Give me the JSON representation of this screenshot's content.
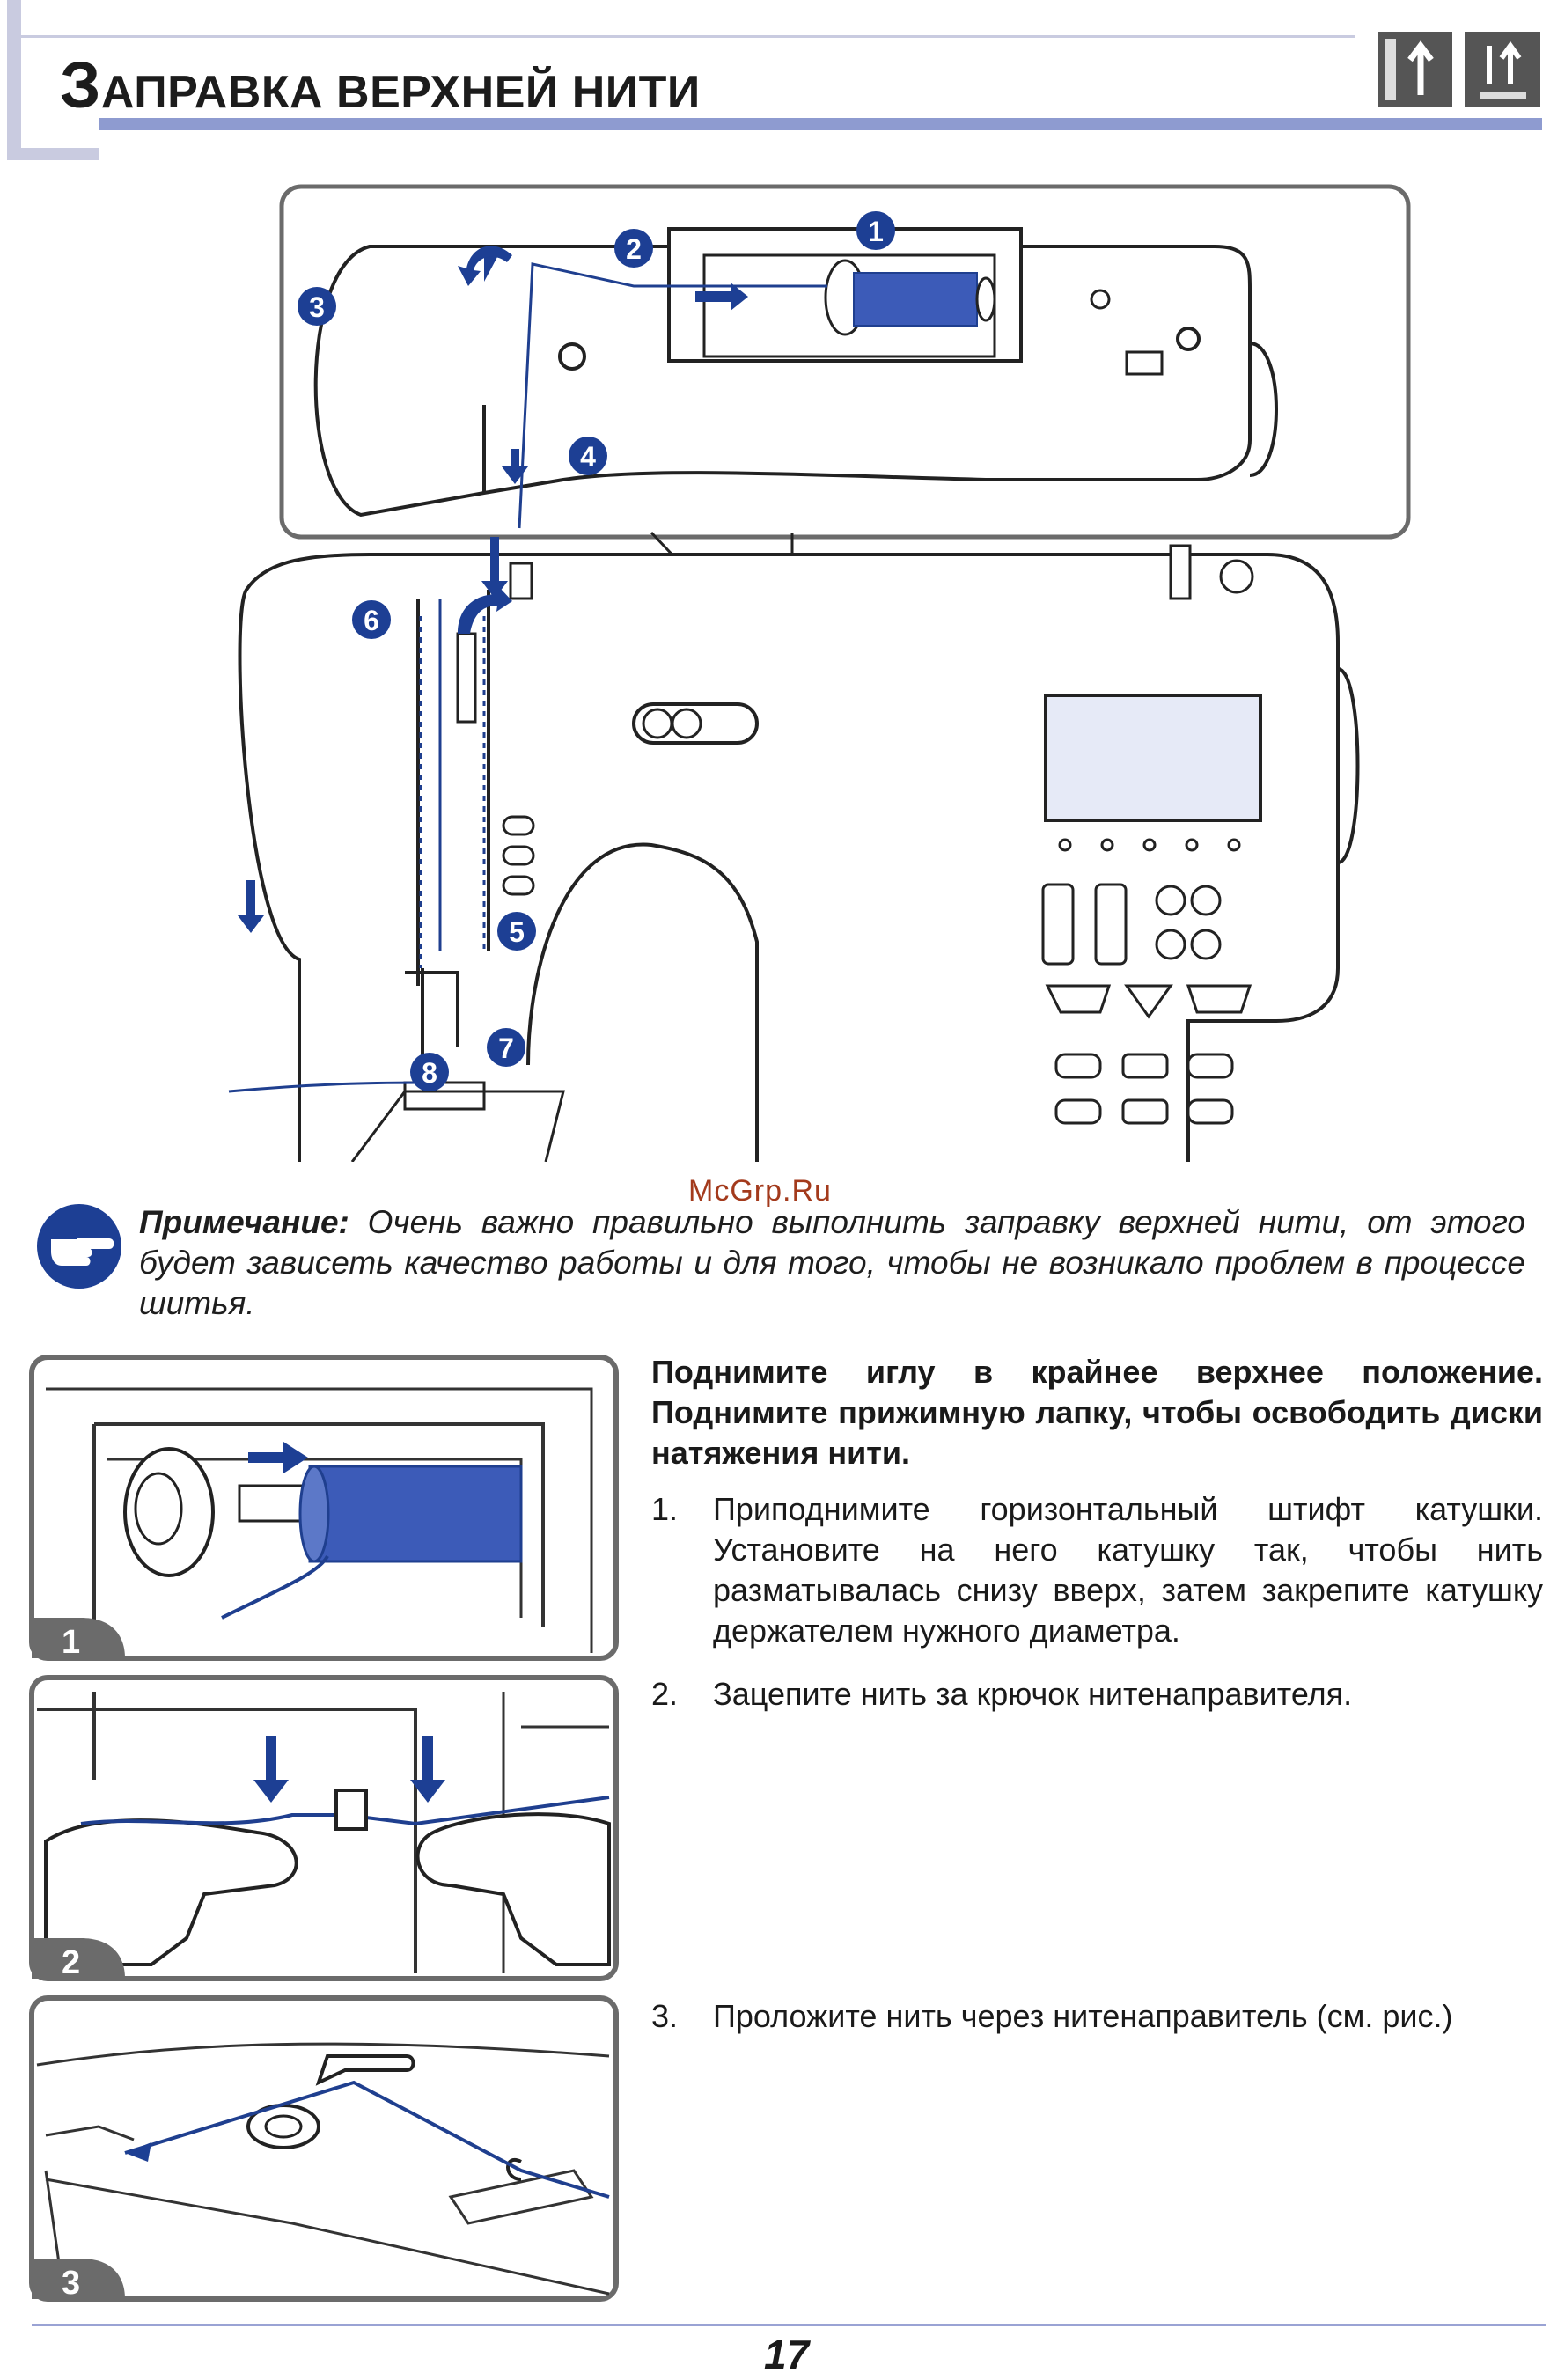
{
  "header": {
    "title_cap": "З",
    "title_rest": "АПРАВКА ВЕРХНЕЙ НИТИ"
  },
  "diagram": {
    "markers": [
      "1",
      "2",
      "3",
      "4",
      "5",
      "6",
      "7",
      "8"
    ]
  },
  "watermark": "McGrp.Ru",
  "note": {
    "label": "Примечание:",
    "text": "Очень важно правильно выполнить заправку верхней нити, от этого будет зависеть качество работы и для того, чтобы не возникало проблем в процессе шитья."
  },
  "intro": "Поднимите иглу в крайнее верхнее положение. Поднимите прижимную лапку, чтобы освободить диски натяжения нити.",
  "steps": [
    {
      "num": "1.",
      "text": "Приподнимите горизонтальный штифт катушки. Установите на него катушку так, чтобы нить разматывалась снизу вверх, затем закрепите катушку держателем нужного диаметра."
    },
    {
      "num": "2.",
      "text": "Зацепите нить за крючок нитенаправителя."
    },
    {
      "num": "3.",
      "text": "Проложите нить через нитенаправитель (см. рис.)"
    }
  ],
  "panels": [
    "1",
    "2",
    "3"
  ],
  "page_number": "17",
  "colors": {
    "accent": "#8e9bd0",
    "thread": "#1f3f8f",
    "marker": "#1d3f94",
    "panel_border": "#6b6b6b"
  }
}
